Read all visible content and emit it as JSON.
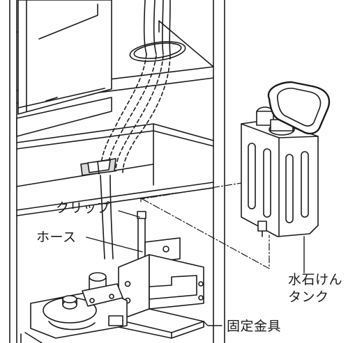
{
  "labels": {
    "clip": "クリップ",
    "hose": "ホース",
    "soap_tank_line1": "水石けん",
    "soap_tank_line2": "タンク",
    "bracket": "固定金具"
  },
  "colors": {
    "line": "#1a1a1a",
    "panel_fill": "#ffffff",
    "shadow_fill": "#d9d9d9"
  }
}
